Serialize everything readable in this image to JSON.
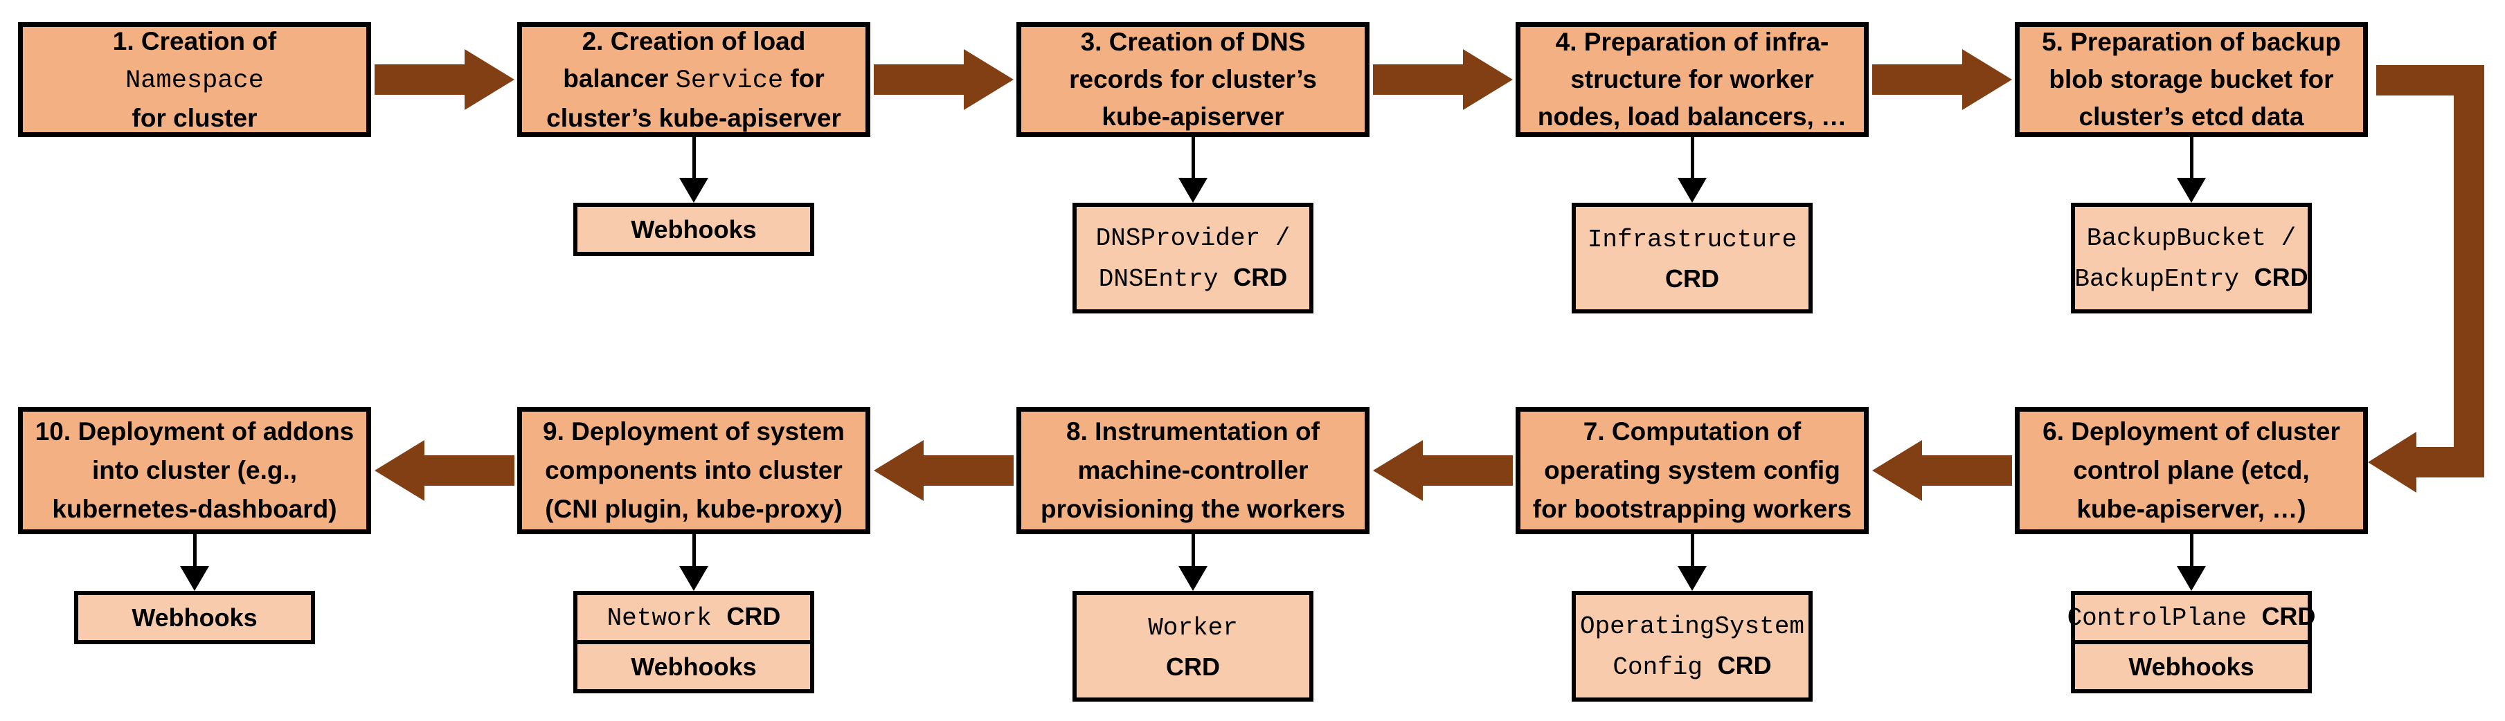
{
  "diagram": {
    "description": "Cluster creation flow in 10 steps with extension points (CRDs and Webhooks)",
    "colors": {
      "main_box_fill": "#F3B183",
      "sub_box_fill": "#F8CBAD",
      "flow_arrow": "#833F14",
      "border": "#000000",
      "background": "#FFFFFF"
    },
    "flow": {
      "top_row_direction": "right",
      "bottom_row_direction": "left",
      "wrap_connector": "step 5 to step 6, right edge, down then left"
    }
  },
  "steps": [
    {
      "id": "1",
      "main_lines": [
        [
          {
            "t": "1. Creation of",
            "f": "sans"
          }
        ],
        [
          {
            "t": "Namespace",
            "f": "mono"
          }
        ],
        [
          {
            "t": "for cluster",
            "f": "sans"
          }
        ]
      ],
      "sub_cells": []
    },
    {
      "id": "2",
      "main_lines": [
        [
          {
            "t": "2. Creation of load",
            "f": "sans"
          }
        ],
        [
          {
            "t": "balancer ",
            "f": "sans"
          },
          {
            "t": "Service",
            "f": "mono"
          },
          {
            "t": " for",
            "f": "sans"
          }
        ],
        [
          {
            "t": "cluster’s kube-apiserver",
            "f": "sans"
          }
        ]
      ],
      "sub_cells": [
        {
          "lines": [
            [
              {
                "t": "Webhooks",
                "f": "sans"
              }
            ]
          ]
        }
      ]
    },
    {
      "id": "3",
      "main_lines": [
        [
          {
            "t": "3. Creation of DNS",
            "f": "sans"
          }
        ],
        [
          {
            "t": "records for cluster’s",
            "f": "sans"
          }
        ],
        [
          {
            "t": "kube-apiserver",
            "f": "sans"
          }
        ]
      ],
      "sub_cells": [
        {
          "lines": [
            [
              {
                "t": "DNSProvider /",
                "f": "mono"
              }
            ],
            [
              {
                "t": "DNSEntry ",
                "f": "mono"
              },
              {
                "t": "CRD",
                "f": "bold"
              }
            ]
          ]
        }
      ]
    },
    {
      "id": "4",
      "main_lines": [
        [
          {
            "t": "4. Preparation of infra-",
            "f": "sans"
          }
        ],
        [
          {
            "t": "structure for worker",
            "f": "sans"
          }
        ],
        [
          {
            "t": "nodes, load balancers, …",
            "f": "sans"
          }
        ]
      ],
      "sub_cells": [
        {
          "lines": [
            [
              {
                "t": "Infrastructure",
                "f": "mono"
              }
            ],
            [
              {
                "t": "CRD",
                "f": "bold"
              }
            ]
          ]
        }
      ]
    },
    {
      "id": "5",
      "main_lines": [
        [
          {
            "t": "5. Preparation of backup",
            "f": "sans"
          }
        ],
        [
          {
            "t": "blob storage bucket for",
            "f": "sans"
          }
        ],
        [
          {
            "t": "cluster’s etcd data",
            "f": "sans"
          }
        ]
      ],
      "sub_cells": [
        {
          "lines": [
            [
              {
                "t": "BackupBucket /",
                "f": "mono"
              }
            ],
            [
              {
                "t": "BackupEntry ",
                "f": "mono"
              },
              {
                "t": "CRD",
                "f": "bold"
              }
            ]
          ]
        }
      ]
    },
    {
      "id": "6",
      "main_lines": [
        [
          {
            "t": "6. Deployment of cluster",
            "f": "sans"
          }
        ],
        [
          {
            "t": "control plane (etcd,",
            "f": "sans"
          }
        ],
        [
          {
            "t": "kube-apiserver, …)",
            "f": "sans"
          }
        ]
      ],
      "sub_cells": [
        {
          "lines": [
            [
              {
                "t": "ControlPlane ",
                "f": "mono"
              },
              {
                "t": "CRD",
                "f": "bold"
              }
            ]
          ]
        },
        {
          "lines": [
            [
              {
                "t": "Webhooks",
                "f": "sans"
              }
            ]
          ]
        }
      ]
    },
    {
      "id": "7",
      "main_lines": [
        [
          {
            "t": "7. Computation of",
            "f": "sans"
          }
        ],
        [
          {
            "t": "operating system config",
            "f": "sans"
          }
        ],
        [
          {
            "t": "for bootstrapping workers",
            "f": "sans"
          }
        ]
      ],
      "sub_cells": [
        {
          "lines": [
            [
              {
                "t": "OperatingSystem",
                "f": "mono"
              }
            ],
            [
              {
                "t": "Config ",
                "f": "mono"
              },
              {
                "t": "CRD",
                "f": "bold"
              }
            ]
          ]
        }
      ]
    },
    {
      "id": "8",
      "main_lines": [
        [
          {
            "t": "8. Instrumentation of",
            "f": "sans"
          }
        ],
        [
          {
            "t": "machine-controller",
            "f": "sans"
          }
        ],
        [
          {
            "t": "provisioning the workers",
            "f": "sans"
          }
        ]
      ],
      "sub_cells": [
        {
          "lines": [
            [
              {
                "t": "Worker",
                "f": "mono"
              }
            ],
            [
              {
                "t": "CRD",
                "f": "bold"
              }
            ]
          ]
        }
      ]
    },
    {
      "id": "9",
      "main_lines": [
        [
          {
            "t": "9. Deployment of system",
            "f": "sans"
          }
        ],
        [
          {
            "t": "components into cluster",
            "f": "sans"
          }
        ],
        [
          {
            "t": "(CNI plugin, kube-proxy)",
            "f": "sans"
          }
        ]
      ],
      "sub_cells": [
        {
          "lines": [
            [
              {
                "t": "Network ",
                "f": "mono"
              },
              {
                "t": "CRD",
                "f": "bold"
              }
            ]
          ]
        },
        {
          "lines": [
            [
              {
                "t": "Webhooks",
                "f": "sans"
              }
            ]
          ]
        }
      ]
    },
    {
      "id": "10",
      "main_lines": [
        [
          {
            "t": "10. Deployment of addons",
            "f": "sans"
          }
        ],
        [
          {
            "t": "into cluster (e.g.,",
            "f": "sans"
          }
        ],
        [
          {
            "t": "kubernetes-dashboard)",
            "f": "sans"
          }
        ]
      ],
      "sub_cells": [
        {
          "lines": [
            [
              {
                "t": "Webhooks",
                "f": "sans"
              }
            ]
          ]
        }
      ]
    }
  ]
}
